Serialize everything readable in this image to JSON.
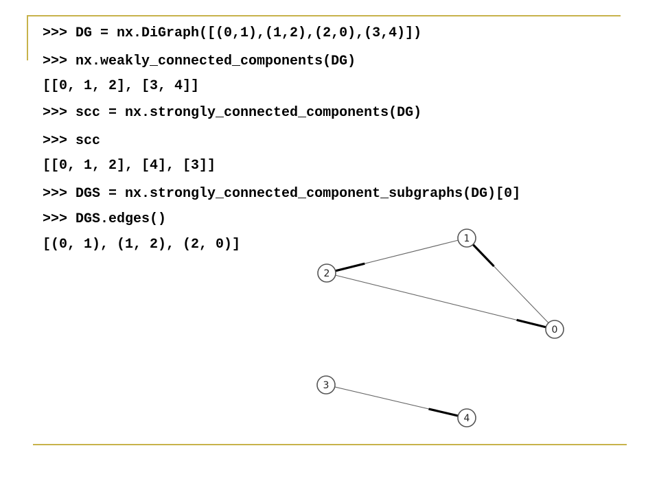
{
  "slide": {
    "lines": [
      ">>> DG = nx.DiGraph([(0,1),(1,2),(2,0),(3,4)])",
      ">>> nx.weakly_connected_components(DG)",
      "[[0, 1, 2], [3, 4]]",
      ">>> scc = nx.strongly_connected_components(DG)",
      ">>> scc",
      "[[0, 1, 2], [4], [3]]",
      ">>> DGS = nx.strongly_connected_component_subgraphs(DG)[0]",
      ">>> DGS.edges()",
      "[(0, 1), (1, 2), (2, 0)]"
    ]
  },
  "graph": {
    "nodes": [
      {
        "id": "0",
        "label": "0"
      },
      {
        "id": "1",
        "label": "1"
      },
      {
        "id": "2",
        "label": "2"
      },
      {
        "id": "3",
        "label": "3"
      },
      {
        "id": "4",
        "label": "4"
      }
    ],
    "edges": [
      {
        "source": "0",
        "target": "1"
      },
      {
        "source": "1",
        "target": "2"
      },
      {
        "source": "2",
        "target": "0"
      },
      {
        "source": "3",
        "target": "4"
      }
    ],
    "colors": {
      "node_stroke": "#555555",
      "edge": "#666666",
      "arrow_head": "#000000",
      "rule": "#c7b24a"
    }
  }
}
